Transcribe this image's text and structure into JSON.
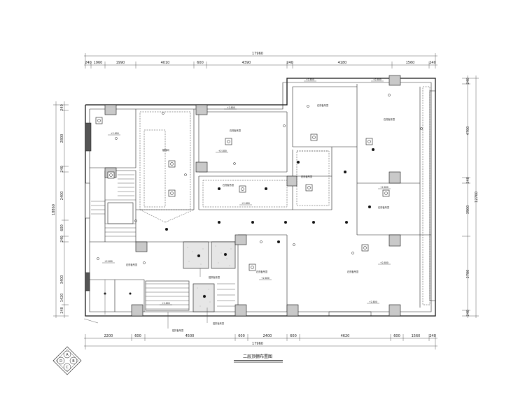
{
  "drawing": {
    "title": "二层顶棚布置图"
  },
  "dimensions": {
    "top_total": "17960",
    "top_segments": [
      "240",
      "1960",
      "1990",
      "4010",
      "600",
      "4390",
      "240",
      "4180",
      "1560",
      "240"
    ],
    "bottom_total": "17960",
    "bottom_segments": [
      "2200",
      "600",
      "4500",
      "600",
      "2400",
      "600",
      "4620",
      "600",
      "1560",
      "240"
    ],
    "left_total": "18860",
    "left_segments": [
      "240",
      "2800",
      "240",
      "2400",
      "600",
      "240",
      "3400",
      "1420",
      "240"
    ],
    "right_total": "12760",
    "right_segments": [
      "240",
      "4700",
      "240",
      "3900",
      "2700",
      "240"
    ]
  },
  "labels": {
    "room_ceiling_1": "石膏板吊顶",
    "room_ceiling_2": "石膏板吊顶",
    "room_ceiling_3": "石膏板吊顶",
    "room_ceiling_4": "石膏板吊顶",
    "room_ceiling_5": "石膏板吊顶",
    "room_ceiling_6": "石膏板吊顶",
    "room_ceiling_7": "石膏板吊顶",
    "room_ceiling_8": "石膏板吊顶",
    "corridor_1": "石膏板吊顶",
    "stair_note": "楼梯间",
    "toilet_note_1": "铝扣板吊顶",
    "toilet_note_2": "铝扣板吊顶",
    "toilet_note_3": "铝扣板吊顶",
    "level_1": "+2.800",
    "level_2": "+2.800",
    "level_3": "+2.800",
    "level_4": "+2.800",
    "level_5": "+2.800",
    "level_6": "+2.800",
    "level_7": "+2.800",
    "level_8": "+2.800",
    "level_9": "+2.800",
    "level_10": "+2.800",
    "level_11": "+2.800",
    "level_12": "+2.800"
  },
  "axis_symbol": {
    "letters": [
      "A",
      "B",
      "C",
      "D"
    ]
  }
}
